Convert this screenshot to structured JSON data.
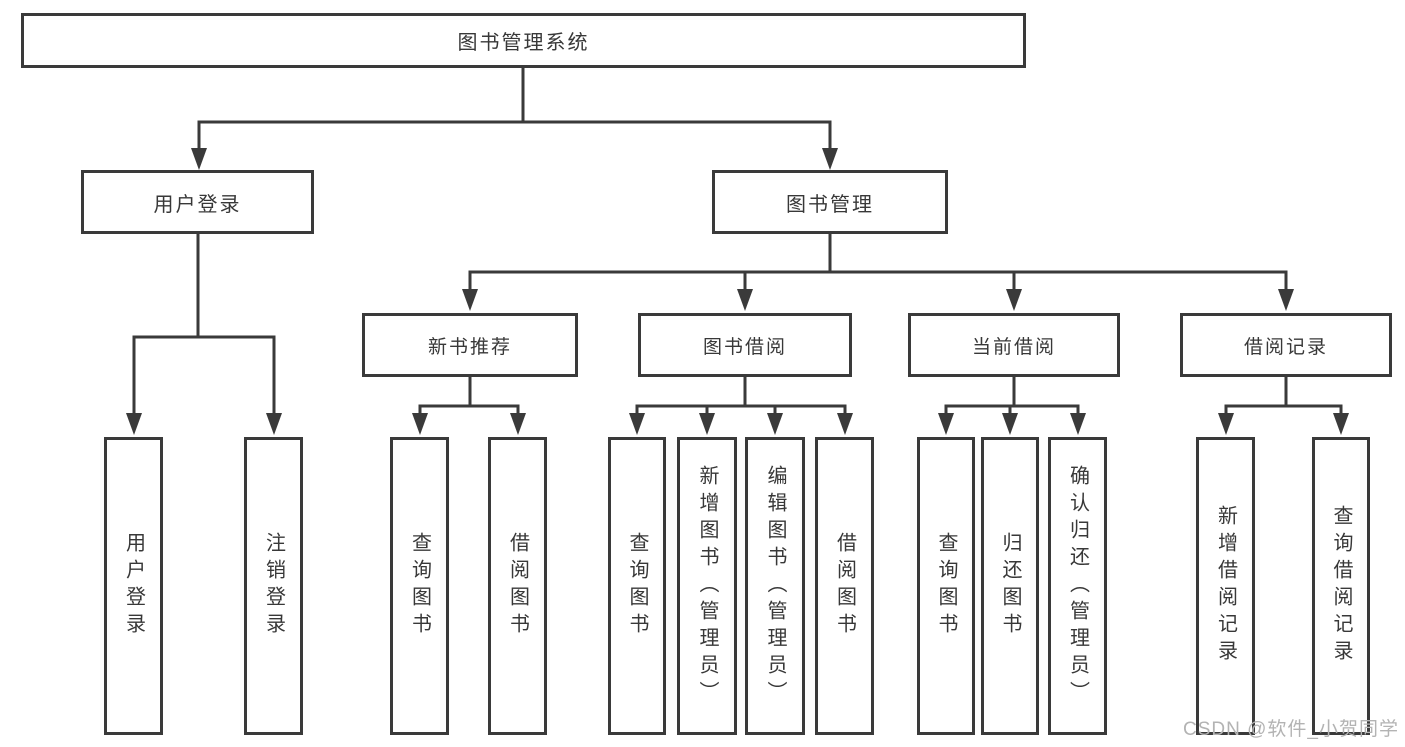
{
  "root": {
    "label": "图书管理系统"
  },
  "level2": [
    {
      "label": "用户登录"
    },
    {
      "label": "图书管理"
    }
  ],
  "level3": [
    {
      "label": "新书推荐"
    },
    {
      "label": "图书借阅"
    },
    {
      "label": "当前借阅"
    },
    {
      "label": "借阅记录"
    }
  ],
  "leaves": {
    "user": [
      "用户登录",
      "注销登录"
    ],
    "newbook": [
      "查询图书",
      "借阅图书"
    ],
    "borrow": [
      "查询图书",
      "新增图书（管理员）",
      "编辑图书（管理员）",
      "借阅图书"
    ],
    "current": [
      "查询图书",
      "归还图书",
      "确认归还（管理员）"
    ],
    "records": [
      "新增借阅记录",
      "查询借阅记录"
    ]
  },
  "watermark": "CSDN @软件_小贺同学",
  "colors": {
    "line": "#3a3a3a",
    "text": "#383838",
    "box_background": "#ffffff",
    "page_background": "#ffffff",
    "watermark": "#b3b3b3"
  }
}
